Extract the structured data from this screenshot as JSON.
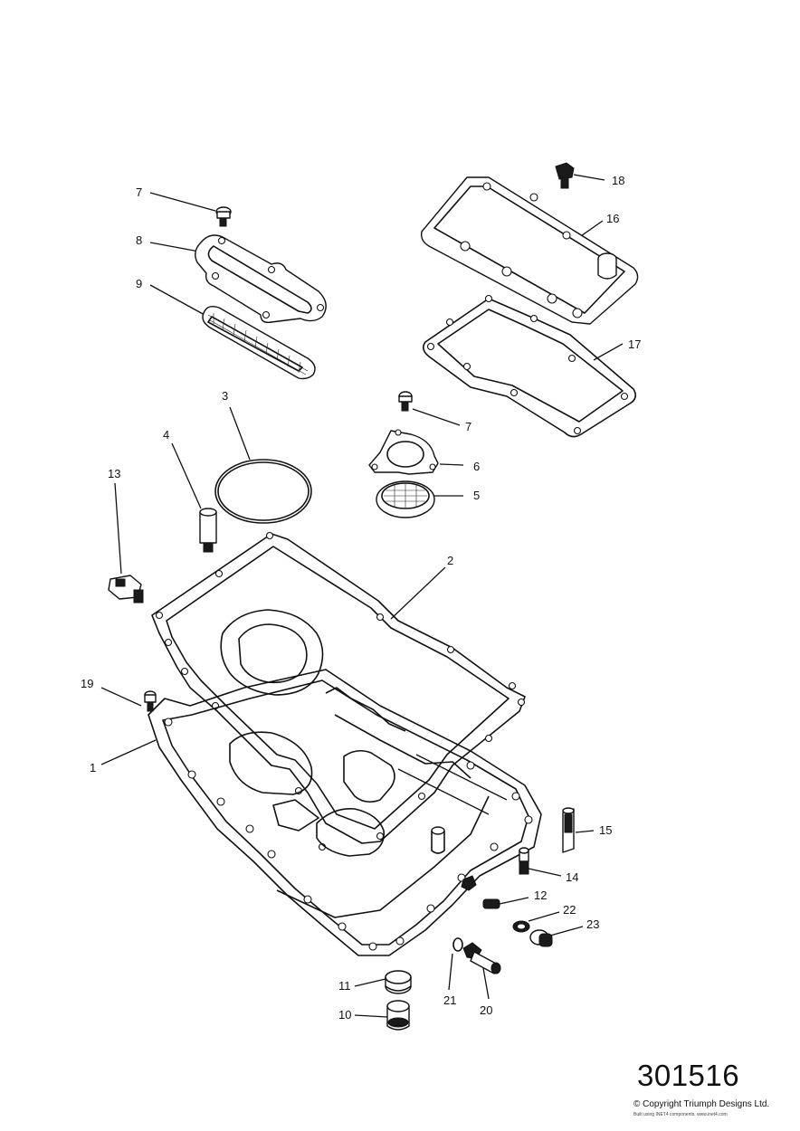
{
  "diagram": {
    "callouts": {
      "c7a": "7",
      "c8": "8",
      "c9": "9",
      "c3": "3",
      "c4": "4",
      "c13": "13",
      "c18": "18",
      "c16": "16",
      "c17": "17",
      "c7b": "7",
      "c6": "6",
      "c5": "5",
      "c2": "2",
      "c19": "19",
      "c1": "1",
      "c15": "15",
      "c14": "14",
      "c12": "12",
      "c22": "22",
      "c23": "23",
      "c11": "11",
      "c21": "21",
      "c20": "20",
      "c10": "10"
    }
  },
  "footer": {
    "reference_number": "301516",
    "copyright": "© Copyright Triumph Designs Ltd.",
    "build_note": "Built using INET4 components. www.inet4.com"
  }
}
